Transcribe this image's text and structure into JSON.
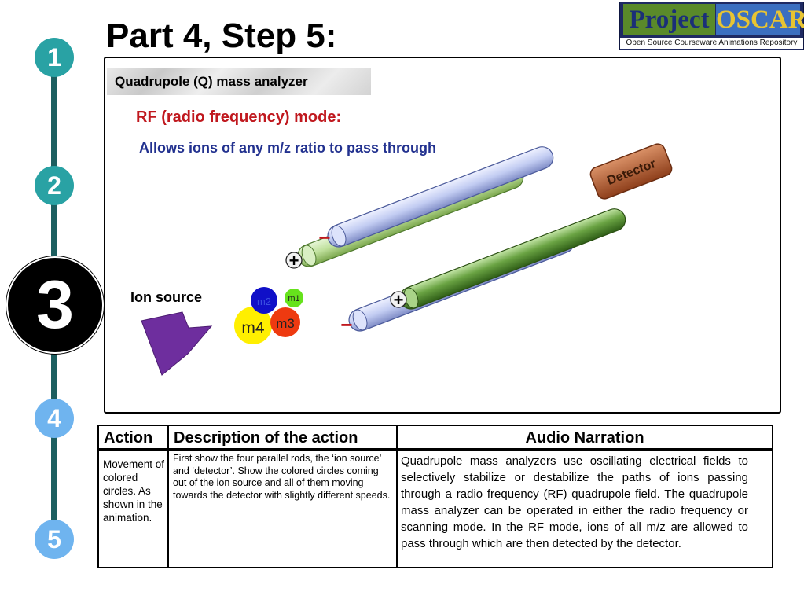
{
  "title": "Part 4, Step 5:",
  "logo": {
    "word1": "Project",
    "word2": "OSCAR",
    "subtitle": "Open Source Courseware Animations Repository"
  },
  "steps": [
    "1",
    "2",
    "3",
    "4",
    "5"
  ],
  "current_step": "3",
  "panel": {
    "label": "Quadrupole (Q) mass analyzer",
    "mode_heading": "RF (radio frequency) mode:",
    "mode_description": "Allows ions of any m/z ratio to pass through",
    "ion_source_label": "Ion source",
    "detector_label": "Detector",
    "ions": [
      {
        "label": "m1",
        "color": "#66e21c"
      },
      {
        "label": "m2",
        "color": "#1010c8"
      },
      {
        "label": "m3",
        "color": "#ee3a10"
      },
      {
        "label": "m4",
        "color": "#ffef00"
      }
    ],
    "rod_signs": [
      "−",
      "+",
      "+",
      "−"
    ],
    "colors": {
      "negative_rod": "#c7d1f3",
      "positive_rod": "#8fc45e",
      "detector": "#a8542a",
      "ion_source": "#6e2e9e"
    }
  },
  "table": {
    "headers": [
      "Action",
      "Description of the action",
      "Audio Narration"
    ],
    "action": "Movement of colored circles. As shown in the animation.",
    "description": "First show the four parallel rods, the ‘ion source’ and ‘detector’. Show the colored circles coming out of the ion source and all of them moving towards the detector with slightly different speeds.",
    "narration": "Quadrupole mass analyzers use oscillating electrical fields to selectively stabilize or destabilize the paths of ions passing through a radio frequency (RF) quadrupole field. The quadrupole mass analyzer can be operated in either the radio frequency or scanning mode. In the RF mode, ions of all m/z are allowed to pass through which are then detected by the detector."
  }
}
